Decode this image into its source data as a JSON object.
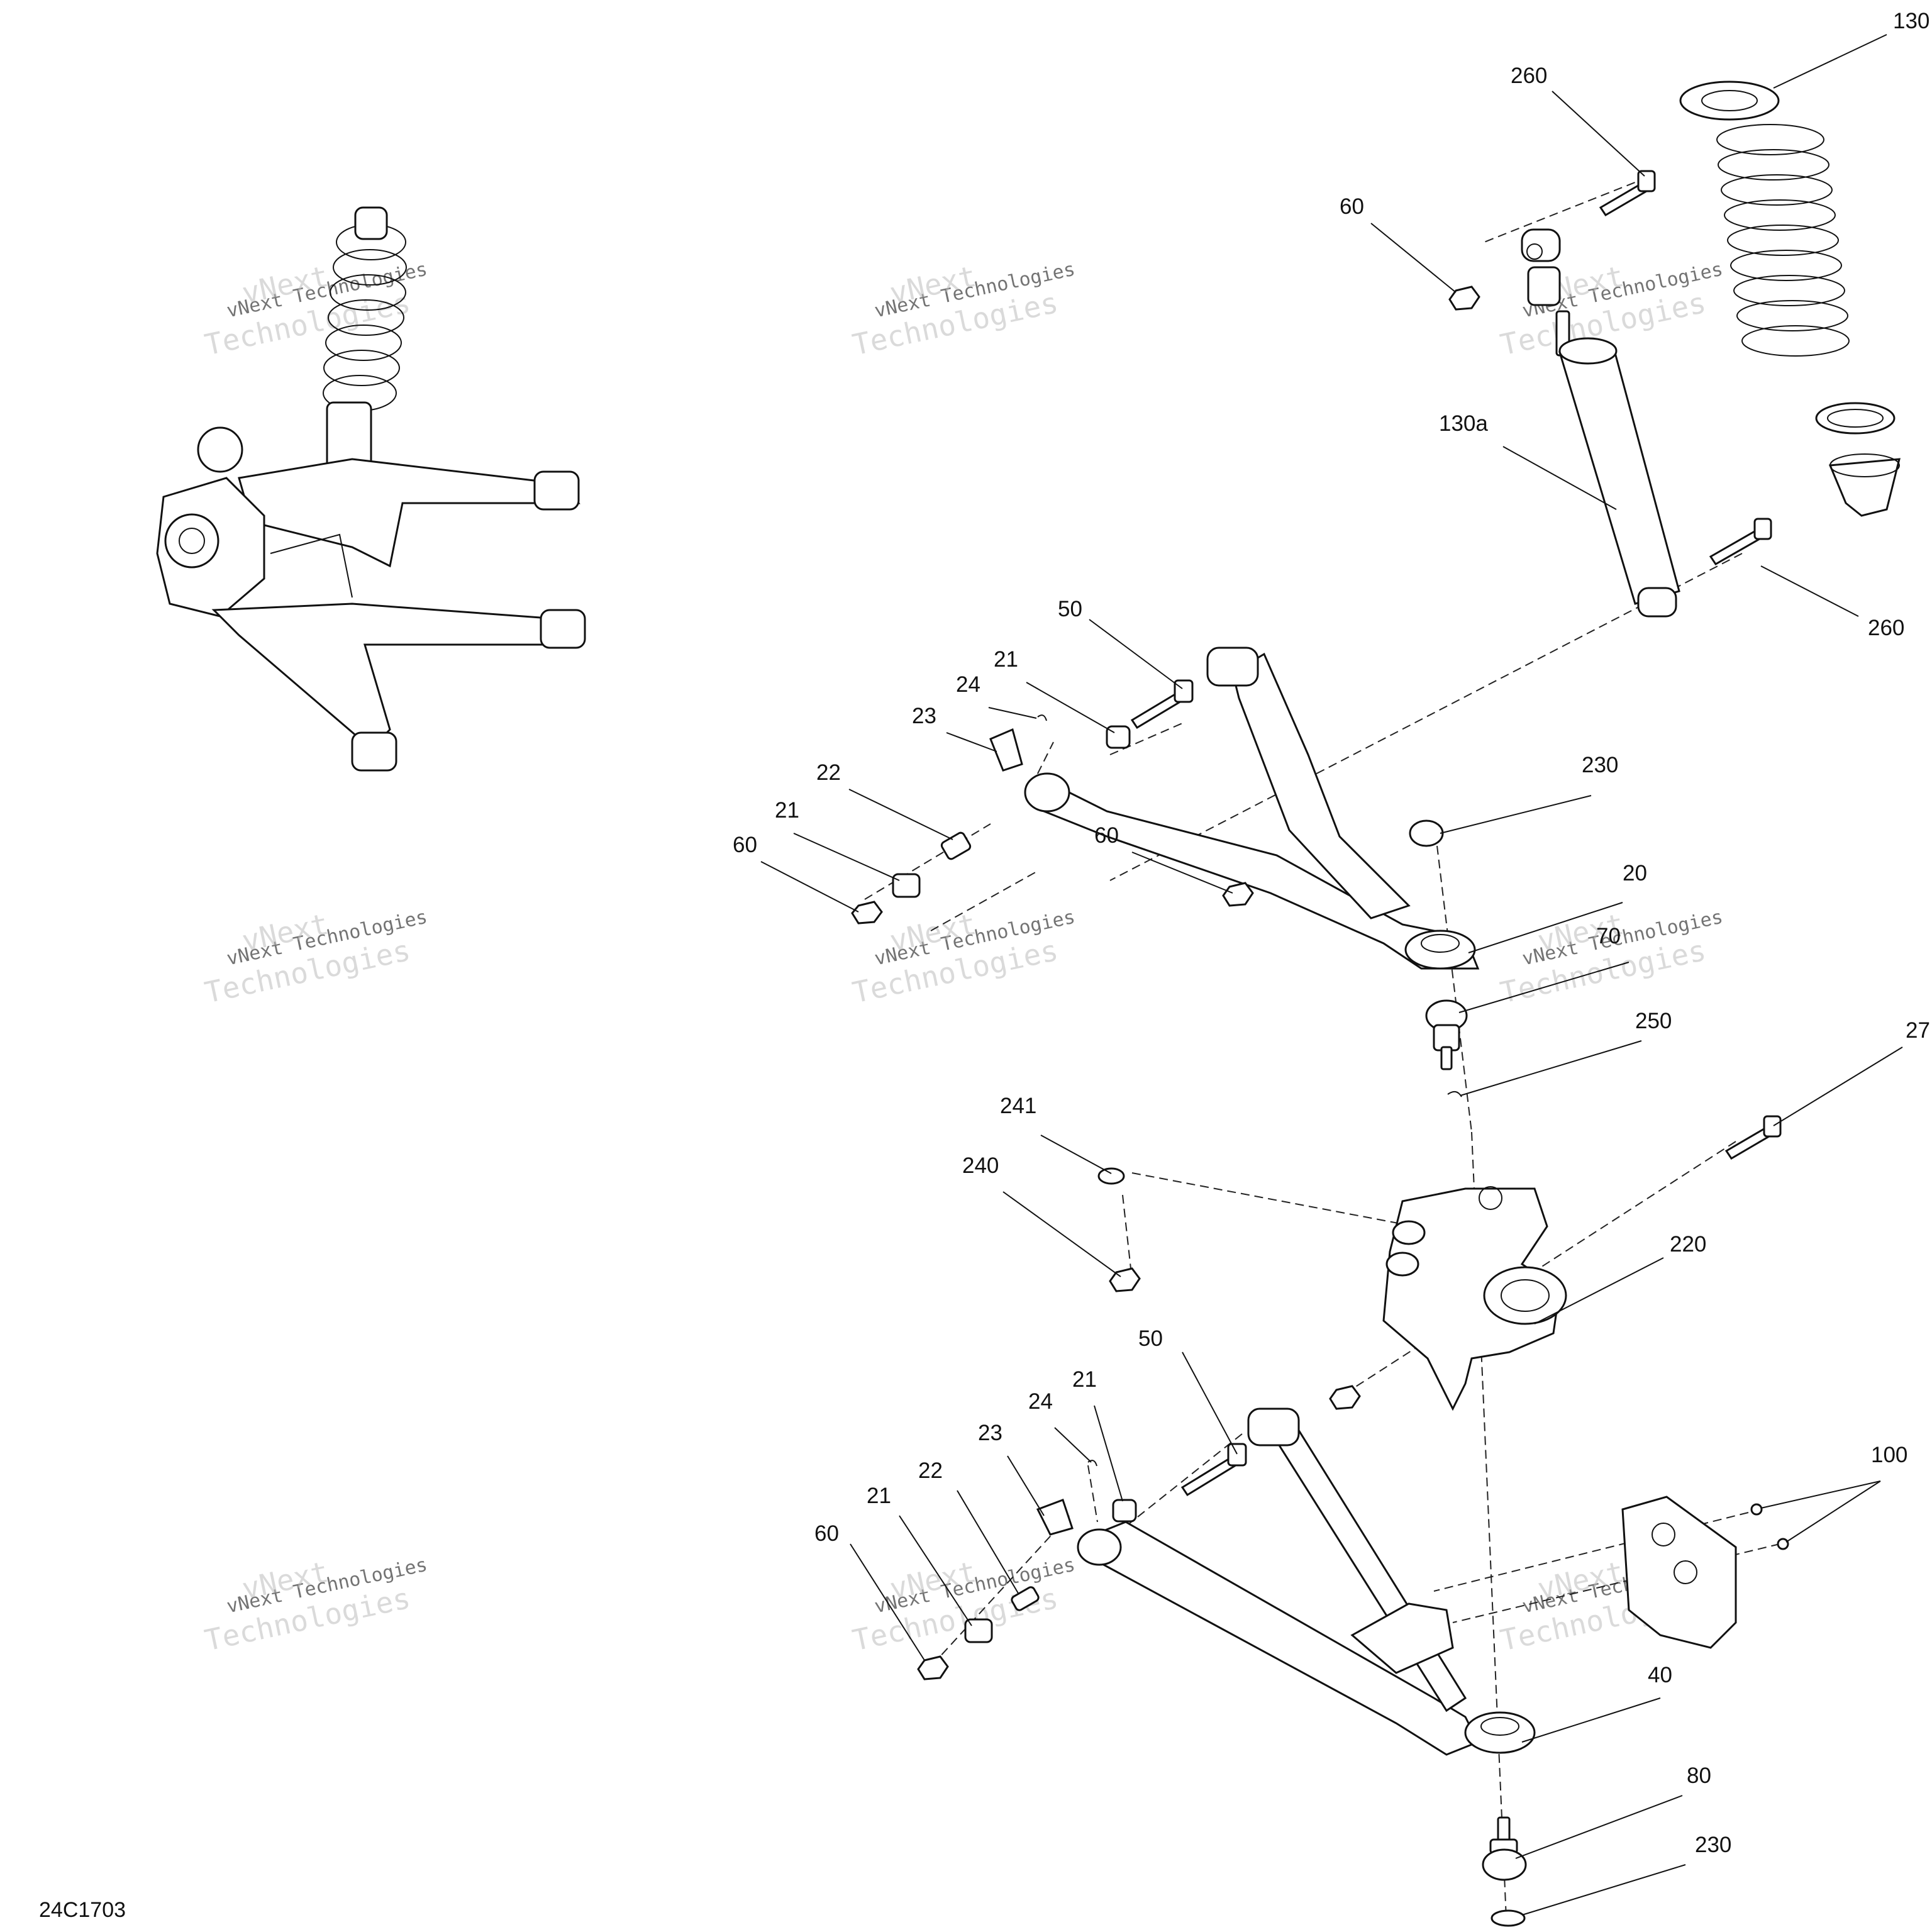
{
  "drawing_code": "24C1703",
  "watermark": {
    "line1": "vNext Technologies",
    "line2": "vNext",
    "line3": "Technologies"
  },
  "callouts": [
    {
      "id": "c-130",
      "text": "130"
    },
    {
      "id": "c-260a",
      "text": "260"
    },
    {
      "id": "c-60a",
      "text": "60"
    },
    {
      "id": "c-130a",
      "text": "130a"
    },
    {
      "id": "c-260b",
      "text": "260"
    },
    {
      "id": "c-50a",
      "text": "50"
    },
    {
      "id": "c-21a",
      "text": "21"
    },
    {
      "id": "c-24a",
      "text": "24"
    },
    {
      "id": "c-23a",
      "text": "23"
    },
    {
      "id": "c-22a",
      "text": "22"
    },
    {
      "id": "c-21b",
      "text": "21"
    },
    {
      "id": "c-60b",
      "text": "60"
    },
    {
      "id": "c-60c",
      "text": "60"
    },
    {
      "id": "c-230a",
      "text": "230"
    },
    {
      "id": "c-20",
      "text": "20"
    },
    {
      "id": "c-70",
      "text": "70"
    },
    {
      "id": "c-250",
      "text": "250"
    },
    {
      "id": "c-27",
      "text": "27"
    },
    {
      "id": "c-241",
      "text": "241"
    },
    {
      "id": "c-240",
      "text": "240"
    },
    {
      "id": "c-220",
      "text": "220"
    },
    {
      "id": "c-50b",
      "text": "50"
    },
    {
      "id": "c-21c",
      "text": "21"
    },
    {
      "id": "c-24b",
      "text": "24"
    },
    {
      "id": "c-23b",
      "text": "23"
    },
    {
      "id": "c-22b",
      "text": "22"
    },
    {
      "id": "c-21d",
      "text": "21"
    },
    {
      "id": "c-60d",
      "text": "60"
    },
    {
      "id": "c-100",
      "text": "100"
    },
    {
      "id": "c-40",
      "text": "40"
    },
    {
      "id": "c-80",
      "text": "80"
    },
    {
      "id": "c-230b",
      "text": "230"
    }
  ]
}
